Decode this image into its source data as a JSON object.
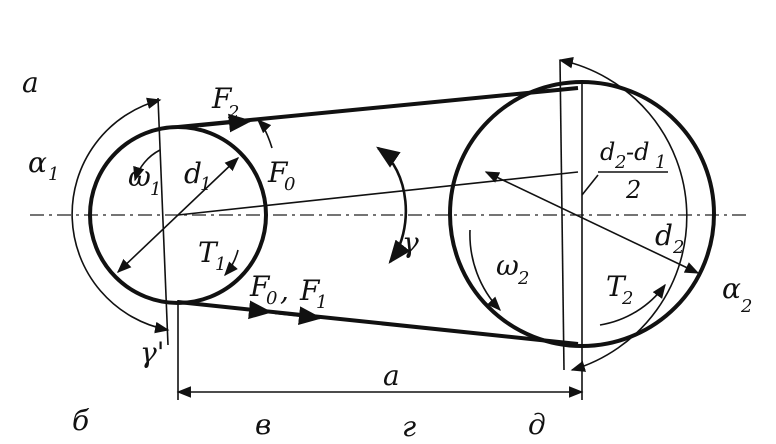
{
  "figure": {
    "labels": {
      "panel_a": "а",
      "panel_b": "б",
      "point_v": "в",
      "point_g": "г",
      "point_d": "д",
      "center_distance": "a",
      "alpha1": "α",
      "alpha1_sub": "1",
      "alpha2": "α",
      "alpha2_sub": "2",
      "omega1": "ω",
      "omega1_sub": "1",
      "omega2": "ω",
      "omega2_sub": "2",
      "d1": "d",
      "d1_sub": "1",
      "d2": "d",
      "d2_sub": "2",
      "T1": "T",
      "T1_sub": "1",
      "T2": "T",
      "T2_sub": "2",
      "F2": "F",
      "F2_sub": "2",
      "F0_top": "F",
      "F0_top_sub": "0",
      "F0_bottom": "F",
      "F0_bottom_sub": "0",
      "comma": ",",
      "F1": "F",
      "F1_sub": "1",
      "gamma": "γ",
      "gamma_prime": "γ'",
      "frac_num_d2": "d",
      "frac_num_d2_sub": "2",
      "frac_minus": "-d",
      "frac_num_d1_sub": "1",
      "frac_den": "2"
    }
  }
}
